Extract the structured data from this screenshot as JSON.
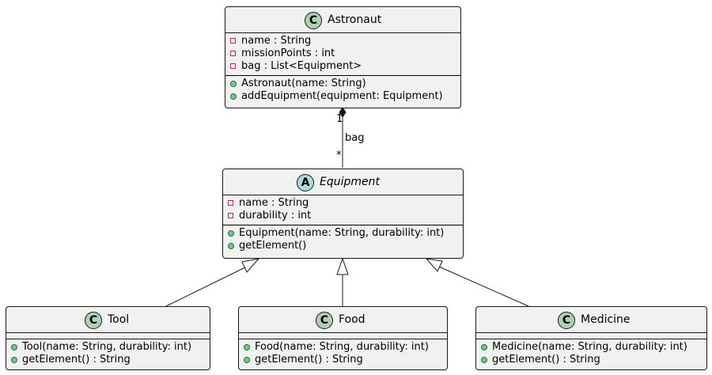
{
  "diagram": {
    "classes": {
      "astronaut": {
        "name": "Astronaut",
        "stereotype": "C",
        "attributes": [
          {
            "visibility": "private",
            "text": "name : String"
          },
          {
            "visibility": "private",
            "text": "missionPoints : int"
          },
          {
            "visibility": "private",
            "text": "bag : List<Equipment>"
          }
        ],
        "methods": [
          {
            "visibility": "public",
            "text": "Astronaut(name: String)"
          },
          {
            "visibility": "public",
            "text": "addEquipment(equipment: Equipment)"
          }
        ]
      },
      "equipment": {
        "name": "Equipment",
        "stereotype": "A",
        "abstract": true,
        "attributes": [
          {
            "visibility": "private",
            "text": "name : String"
          },
          {
            "visibility": "private",
            "text": "durability : int"
          }
        ],
        "methods": [
          {
            "visibility": "public",
            "text": "Equipment(name: String, durability: int)"
          },
          {
            "visibility": "public",
            "text": "getElement()"
          }
        ]
      },
      "tool": {
        "name": "Tool",
        "stereotype": "C",
        "methods": [
          {
            "visibility": "public",
            "text": "Tool(name: String, durability: int)"
          },
          {
            "visibility": "public",
            "text": "getElement() : String"
          }
        ]
      },
      "food": {
        "name": "Food",
        "stereotype": "C",
        "methods": [
          {
            "visibility": "public",
            "text": "Food(name: String, durability: int)"
          },
          {
            "visibility": "public",
            "text": "getElement() : String"
          }
        ]
      },
      "medicine": {
        "name": "Medicine",
        "stereotype": "C",
        "methods": [
          {
            "visibility": "public",
            "text": "Medicine(name: String, durability: int)"
          },
          {
            "visibility": "public",
            "text": "getElement() : String"
          }
        ]
      }
    },
    "relations": {
      "composition": {
        "from": "Astronaut",
        "to": "Equipment",
        "kind": "composition",
        "label": "bag",
        "multiplicity_source": "1",
        "multiplicity_target": "*"
      },
      "inheritance": [
        {
          "child": "Tool",
          "parent": "Equipment"
        },
        {
          "child": "Food",
          "parent": "Equipment"
        },
        {
          "child": "Medicine",
          "parent": "Equipment"
        }
      ]
    },
    "colors": {
      "class_fill": "#f1f1f1",
      "border": "#181818",
      "class_stereotype": "#add1b2",
      "abstract_stereotype": "#a9dcdf",
      "private_marker": "#c82930",
      "public_marker": "#84be84"
    }
  }
}
